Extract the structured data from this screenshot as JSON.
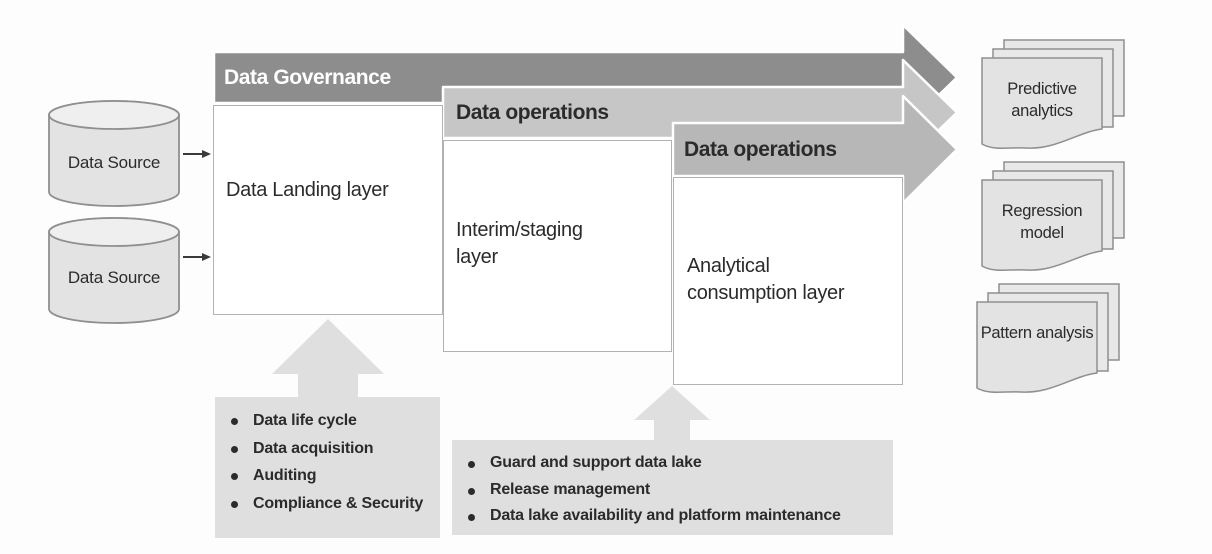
{
  "diagram": {
    "title_hint": "Data lake layered architecture figure",
    "sources": [
      {
        "label": "Data Source"
      },
      {
        "label": "Data Source"
      }
    ],
    "governance_banner": {
      "label": "Data Governance"
    },
    "operations_banners": [
      {
        "label": "Data operations"
      },
      {
        "label": "Data operations"
      }
    ],
    "layers": [
      {
        "label": "Data Landing layer"
      },
      {
        "label": "Interim/staging layer"
      },
      {
        "label": "Analytical consumption layer"
      }
    ],
    "callouts": {
      "governance": {
        "items": [
          "Data life cycle",
          "Data acquisition",
          "Auditing",
          "Compliance & Security"
        ]
      },
      "operations": {
        "items": [
          "Guard and support data lake",
          "Release management",
          "Data lake availability and platform maintenance"
        ]
      }
    },
    "outputs": [
      {
        "label": "Predictive analytics"
      },
      {
        "label": "Regression model"
      },
      {
        "label": "Pattern analysis"
      }
    ],
    "colors": {
      "governance_band": "#8d8d8d",
      "operations_band_front": "#c6c6c6",
      "operations_band_back": "#b7b7b7",
      "callout_bg": "#dfdfdf",
      "shape_fill": "#e3e3e3",
      "shape_stroke": "#8f8f8f",
      "box_border": "#b2b2b2",
      "text_dark": "#2b2b2b",
      "text_light": "#ffffff"
    }
  }
}
